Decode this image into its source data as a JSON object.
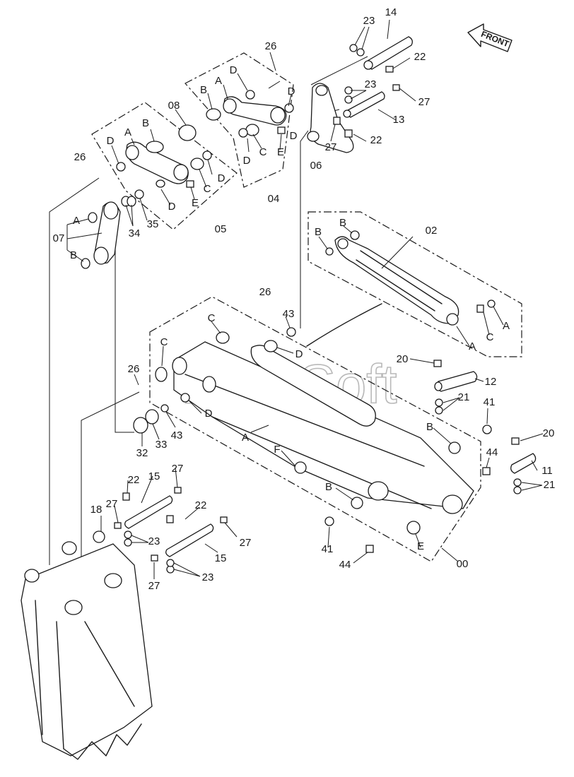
{
  "watermark": "AutoSoft",
  "front_label": "FRONT",
  "callouts": {
    "c14": "14",
    "c23a": "23",
    "c22a": "22",
    "c23b": "23",
    "c27a": "27",
    "c13": "13",
    "c27b": "27",
    "c22b": "22",
    "c06": "06",
    "c26a": "26",
    "cDa": "D",
    "cAa": "A",
    "cBa": "B",
    "cDb": "D",
    "cDc": "D",
    "cCa": "C",
    "cDd": "D",
    "cEa": "E",
    "c04": "04",
    "c08": "08",
    "cBb": "B",
    "cAb": "A",
    "cDe": "D",
    "c26b": "26",
    "cCb": "C",
    "cDf": "D",
    "cEb": "E",
    "cDg": "D",
    "c05": "05",
    "c35": "35",
    "c34": "34",
    "c07": "07",
    "cAc": "A",
    "cBc": "B",
    "c02": "02",
    "cBd": "B",
    "cBe": "B",
    "cCc": "C",
    "cAd": "A",
    "cAe": "A",
    "c26c": "26",
    "c43a": "43",
    "cCd": "C",
    "cDh": "D",
    "cCe": "C",
    "c26d": "26",
    "cDi": "D",
    "c32": "32",
    "c33": "33",
    "c43b": "43",
    "cAf": "A",
    "c20a": "20",
    "c12": "12",
    "c21a": "21",
    "c41a": "41",
    "cBf": "B",
    "c20b": "20",
    "c44a": "44",
    "c11": "11",
    "c21b": "21",
    "cF": "F",
    "cBg": "B",
    "c41b": "41",
    "c44b": "44",
    "cEc": "E",
    "c00": "00",
    "c22c": "22",
    "c15a": "15",
    "c27c": "27",
    "c18": "18",
    "c27d": "27",
    "c23c": "23",
    "c22d": "22",
    "c27e": "27",
    "c15b": "15",
    "c27f": "27",
    "c23d": "23"
  }
}
